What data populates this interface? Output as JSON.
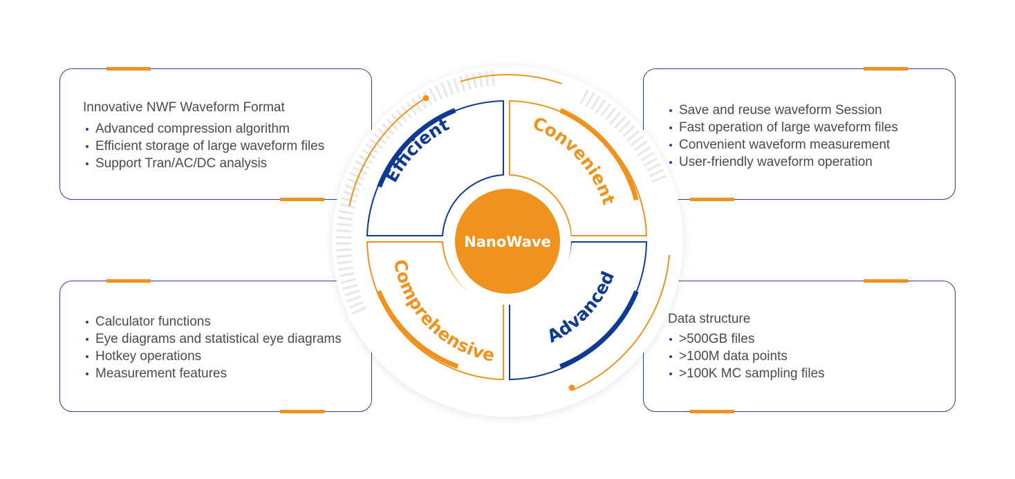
{
  "center": {
    "label": "NanoWave"
  },
  "quadrants": {
    "top_left": {
      "label": "Efficient"
    },
    "top_right": {
      "label": "Convenient"
    },
    "bottom_left": {
      "label": "Comprehensive"
    },
    "bottom_right": {
      "label": "Advanced"
    }
  },
  "cards": {
    "top_left": {
      "title": "Innovative NWF Waveform Format",
      "items": [
        "Advanced compression algorithm",
        "Efficient storage of large waveform files",
        "Support Tran/AC/DC analysis"
      ]
    },
    "top_right": {
      "items": [
        "Save and reuse waveform Session",
        "Fast operation of large waveform files",
        "Convenient waveform measurement",
        "User-friendly waveform operation"
      ]
    },
    "bottom_left": {
      "items": [
        "Calculator functions",
        "Eye diagrams and statistical eye diagrams",
        "Hotkey operations",
        "Measurement features"
      ]
    },
    "bottom_right": {
      "title": "Data structure",
      "items": [
        ">500GB files",
        ">100M data points",
        ">100K MC sampling files"
      ]
    }
  },
  "colors": {
    "navy": "#0e3a93",
    "orange": "#f0931e",
    "card_border": "#2a3f8f",
    "text": "#4a4a4a"
  }
}
